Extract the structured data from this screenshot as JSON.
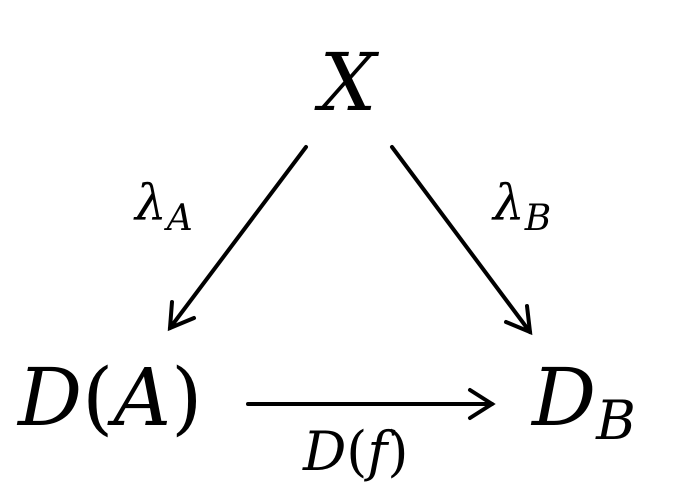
{
  "diagram": {
    "nodes": {
      "top": "X",
      "left": {
        "functor": "D",
        "open_paren": "(",
        "arg": "A",
        "close_paren": ")"
      },
      "right": {
        "base": "D",
        "sub": "B"
      }
    },
    "arrows": {
      "left_diag": {
        "symbol": "λ",
        "sub": "A"
      },
      "right_diag": {
        "symbol": "λ",
        "sub": "B"
      },
      "bottom": {
        "functor": "D",
        "open_paren": "(",
        "arg": "f",
        "close_paren": ")"
      }
    },
    "colors": {
      "ink": "#000000",
      "background": "#ffffff"
    }
  }
}
